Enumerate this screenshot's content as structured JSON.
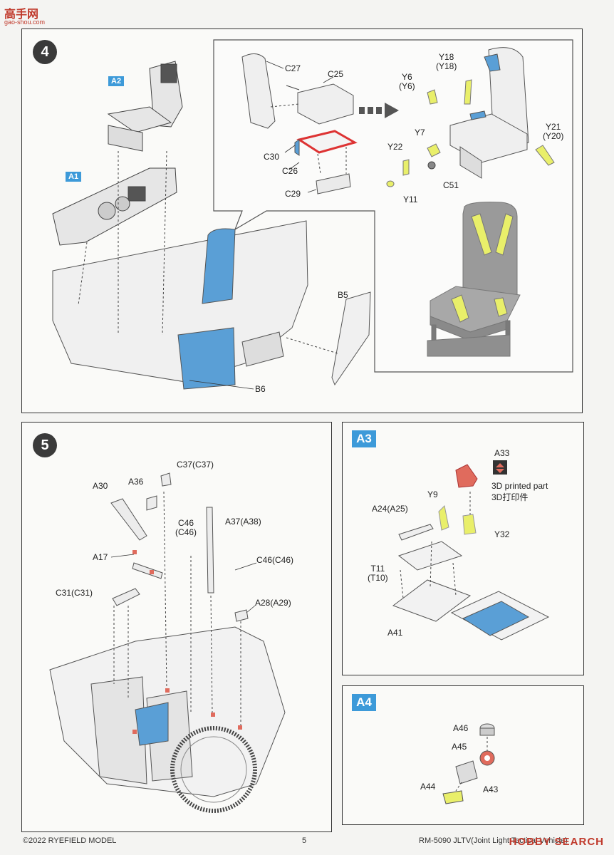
{
  "watermark_top": {
    "title": "高手网",
    "url": "gao-shou.com"
  },
  "watermark_bottom": "HOBBY SEARCH",
  "step4": {
    "number": "4",
    "tags": {
      "a2": "A2",
      "a1": "A1"
    },
    "labels": {
      "c27": "C27",
      "c25": "C25",
      "c30": "C30",
      "c26": "C26",
      "c29": "C29",
      "y18": "Y18\n(Y18)",
      "y6": "Y6\n(Y6)",
      "y7": "Y7",
      "y22": "Y22",
      "y11": "Y11",
      "c51": "C51",
      "y21": "Y21\n(Y20)",
      "b5": "B5",
      "b6": "B6"
    }
  },
  "step5": {
    "number": "5",
    "labels": {
      "c37": "C37(C37)",
      "a30": "A30",
      "a36": "A36",
      "c46": "C46\n(C46)",
      "a37": "A37(A38)",
      "a17": "A17",
      "c46b": "C46(C46)",
      "c31": "C31(C31)",
      "a28": "A28(A29)"
    }
  },
  "a3": {
    "tag": "A3",
    "labels": {
      "a33": "A33",
      "printed_en": "3D printed part",
      "printed_cn": "3D打印件",
      "y9": "Y9",
      "a24": "A24(A25)",
      "y32": "Y32",
      "t11": "T11\n(T10)",
      "a41": "A41"
    }
  },
  "a4": {
    "tag": "A4",
    "labels": {
      "a46": "A46",
      "a45": "A45",
      "a44": "A44",
      "a43": "A43"
    }
  },
  "footer": {
    "copyright": "©2022 RYEFIELD MODEL",
    "page": "5",
    "product": "RM-5090 JLTV(Joint Light Tactical Vehicle)"
  },
  "colors": {
    "blue": "#5a9fd6",
    "yellow": "#e9ef6a",
    "red": "#e06b5d",
    "grey": "#8c8c8c"
  }
}
